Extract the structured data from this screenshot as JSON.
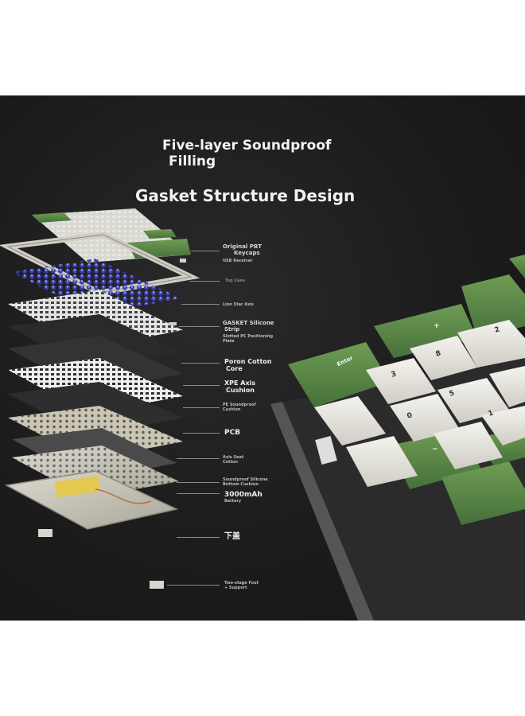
{
  "heading": {
    "line1": "Five-layer Soundproof",
    "line2": "Filling",
    "subtitle": "Gasket Structure Design"
  },
  "labels": {
    "keycaps_1": "Original PBT",
    "keycaps_2": "Keycaps",
    "usb_receiver": "USB Receiver",
    "top_case": "Top Case",
    "switches": "Lion Star Axis",
    "gasket_1": "GASKET Silicone",
    "gasket_2": "Strip",
    "plate_1": "Slotted PC Positioning",
    "plate_2": "Plate",
    "poron_1": "Poron Cotton",
    "poron_2": "Core",
    "xpe_1": "XPE Axis",
    "xpe_2": "Cushion",
    "pe_1": "PE Soundproof",
    "pe_2": "Cushion",
    "pcb": "PCB",
    "axis_cotton_1": "Axis Seat",
    "axis_cotton_2": "Cotton",
    "bottom_cushion_1": "Soundproof Silicone",
    "bottom_cushion_2": "Bottom Cushion",
    "battery_1": "3000mAh",
    "battery_2": "Battery",
    "bottom_case": "下盖",
    "feet_1": "Two-stage Foot",
    "feet_2": "+ Support"
  },
  "keycap_legends": {
    "enter": "Enter",
    "k3": "3",
    "k8": "8",
    "k5": "5",
    "k0": "0",
    "k2": "2",
    "k1": "1",
    "plus": "+",
    "minus": "−"
  },
  "colors": {
    "background": "#1c1c1c",
    "keycap_green": "#5e8a45",
    "keycap_white": "#e9e8e0",
    "switch_blue": "#3a3fb0",
    "plate_silver": "#c8c5bb",
    "pcb_gray": "#3d3d3d"
  }
}
